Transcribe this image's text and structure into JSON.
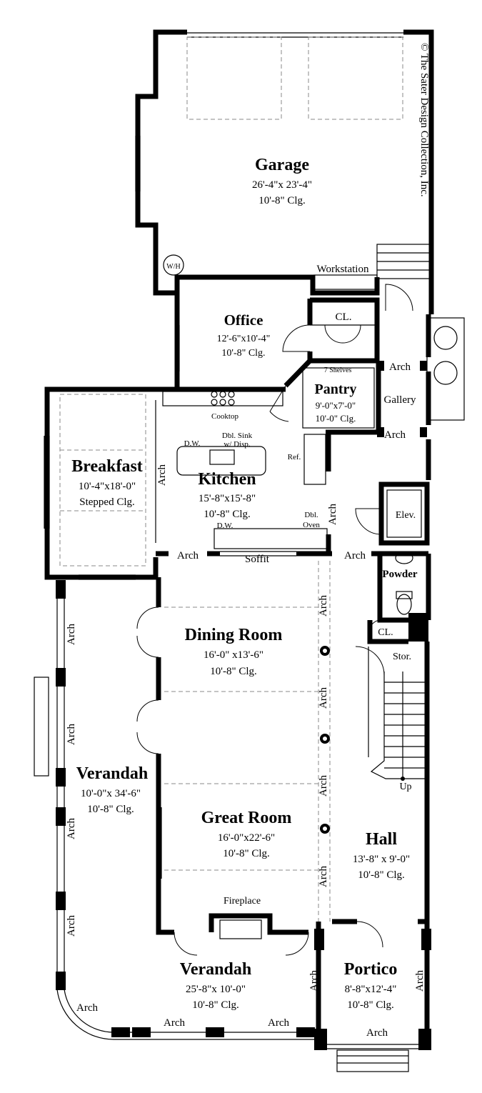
{
  "copyright": "© The Sater Design Collection, Inc.",
  "rooms": {
    "garage": {
      "name": "Garage",
      "size": "26'-4\"x 23'-4\"",
      "ceiling": "10'-8\" Clg."
    },
    "office": {
      "name": "Office",
      "size": "12'-6\"x10'-4\"",
      "ceiling": "10'-8\" Clg."
    },
    "pantry": {
      "name": "Pantry",
      "size": "9'-0\"x7'-0\"",
      "ceiling": "10'-0\" Clg."
    },
    "breakfast": {
      "name": "Breakfast",
      "size": "10'-4\"x18'-0\"",
      "ceiling": "Stepped Clg."
    },
    "kitchen": {
      "name": "Kitchen",
      "size": "15'-8\"x15'-8\"",
      "ceiling": "10'-8\" Clg."
    },
    "dining": {
      "name": "Dining Room",
      "size": "16'-0\" x13'-6\"",
      "ceiling": "10'-8\" Clg."
    },
    "verandah_side": {
      "name": "Verandah",
      "size": "10'-0\"x 34'-6\"",
      "ceiling": "10'-8\" Clg."
    },
    "great": {
      "name": "Great Room",
      "size": "16'-0\"x22'-6\"",
      "ceiling": "10'-8\" Clg."
    },
    "hall": {
      "name": "Hall",
      "size": "13'-8\" x 9'-0\"",
      "ceiling": "10'-8\" Clg."
    },
    "verandah_rear": {
      "name": "Verandah",
      "size": "25'-8\"x 10'-0\"",
      "ceiling": "10'-8\" Clg."
    },
    "portico": {
      "name": "Portico",
      "size": "8'-8\"x12'-4\"",
      "ceiling": "10'-8\" Clg."
    }
  },
  "labels": {
    "wh": "W/H",
    "workstation": "Workstation",
    "closet": "CL.",
    "shelves": "7 Shelves",
    "arch": "Arch",
    "gallery": "Gallery",
    "cooktop": "Cooktop",
    "dw": "D.W.",
    "sink1": "Dbl. Sink",
    "sink2": "w/ Disp.",
    "ref": "Ref.",
    "oven1": "Dbl.",
    "oven2": "Oven",
    "elev": "Elev.",
    "soffit": "Soffit",
    "powder": "Powder",
    "storage": "Stor.",
    "up": "Up",
    "fireplace": "Fireplace"
  }
}
